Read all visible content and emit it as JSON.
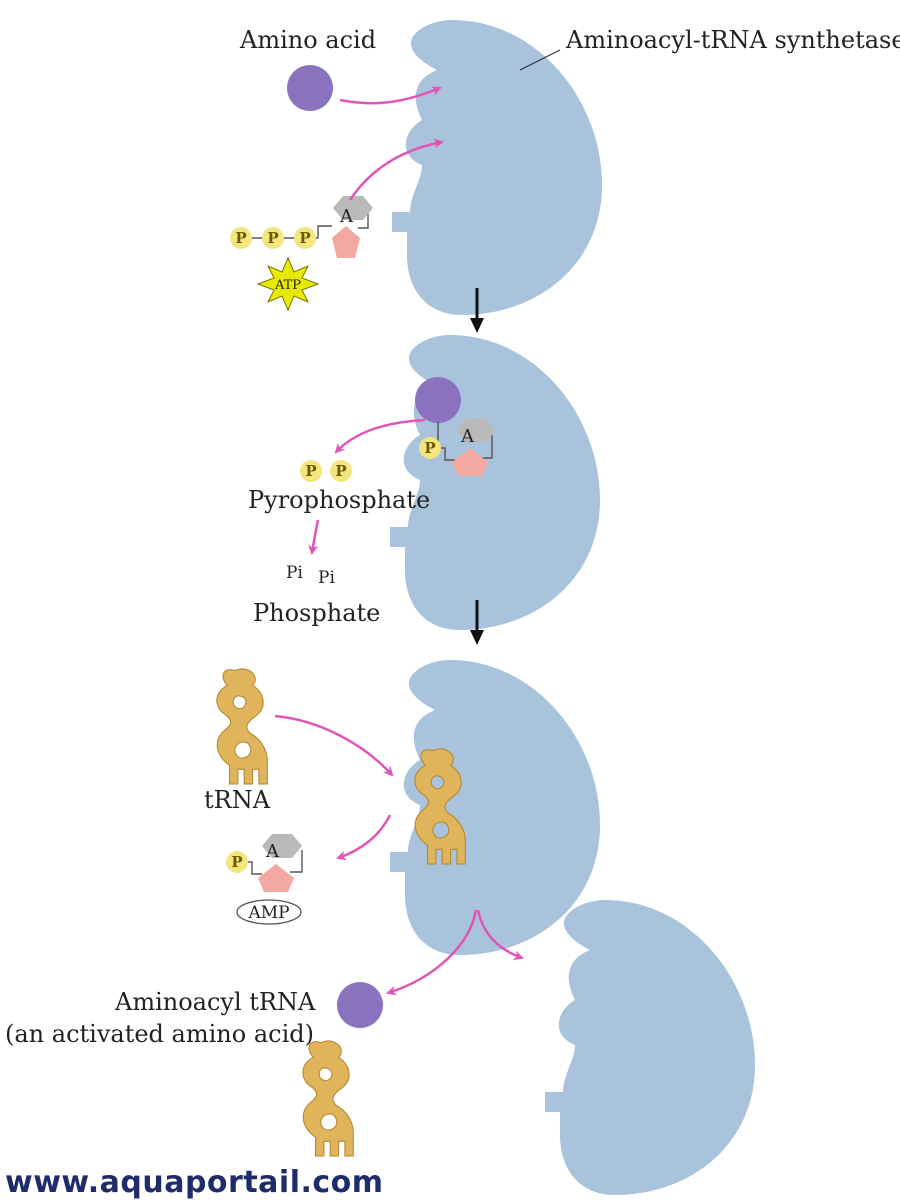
{
  "labels": {
    "amino_acid": "Amino acid",
    "enzyme": "Aminoacyl-tRNA synthetase",
    "atp": "ATP",
    "adenine": "A",
    "phosphate_symbol": "P",
    "pyrophosphate": "Pyrophosphate",
    "pi": "Pi",
    "phosphate": "Phosphate",
    "trna": "tRNA",
    "amp": "AMP",
    "aminoacyl_trna": "Aminoacyl tRNA",
    "activated_note": "(an activated amino acid)"
  },
  "watermark": "www.aquaportail.com",
  "colors": {
    "enzyme": "#a9c3dc",
    "amino_acid": "#8b72bf",
    "phosphate": "#f3e67e",
    "ribose": "#f2a7a0",
    "adenine": "#b9b9b9",
    "trna": "#e0b45a",
    "arrow_pink": "#e055b5",
    "arrow_black": "#111111",
    "atp_star": "#e8e800"
  }
}
